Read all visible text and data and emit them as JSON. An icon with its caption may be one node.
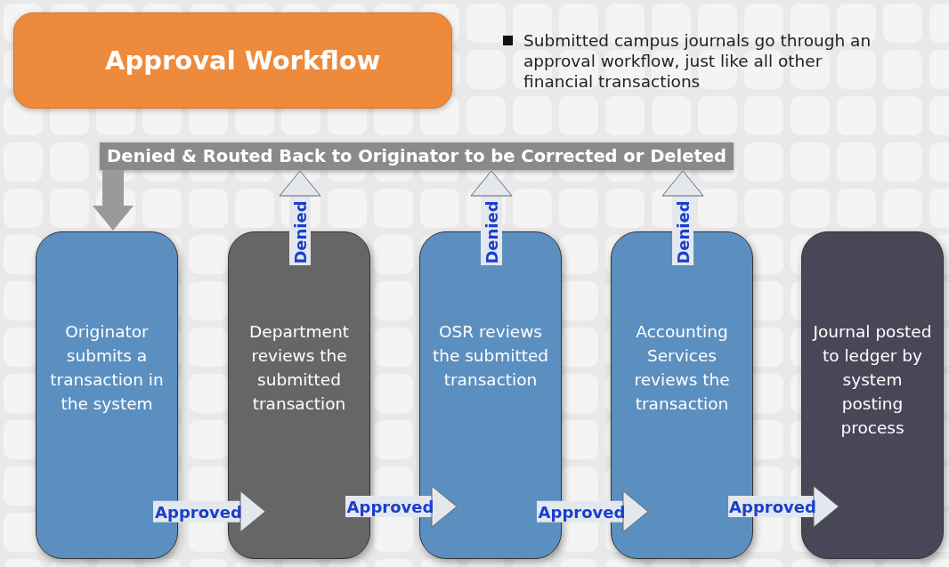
{
  "diagram": {
    "nodes": [
      {
        "text": [
          "Approval Workflow"
        ]
      },
      {
        "text": [
          "Denied & Routed Back to Originator to be Corrected or Deleted"
        ]
      },
      {
        "text": [
          "Originator submits a transaction in the system"
        ]
      },
      {
        "text": [
          "Department reviews the submitted transaction"
        ]
      },
      {
        "text": [
          "OSR reviews the submitted transaction"
        ]
      },
      {
        "text": [
          "Accounting Services reviews the transaction"
        ]
      },
      {
        "text": [
          "Journal posted to ledger by system posting process"
        ]
      }
    ],
    "edges": [
      {
        "from": 1,
        "to": 2,
        "arrow": "to",
        "color": "#9a9a9a"
      },
      {
        "from": 3,
        "to": 1,
        "arrow": "to",
        "label": "Denied"
      },
      {
        "from": 4,
        "to": 1,
        "arrow": "to",
        "label": "Denied"
      },
      {
        "from": 5,
        "to": 1,
        "arrow": "to",
        "label": "Denied"
      },
      {
        "from": 2,
        "to": 3,
        "arrow": "to",
        "label": "Approved"
      },
      {
        "from": 3,
        "to": 4,
        "arrow": "to",
        "label": "Approved"
      },
      {
        "from": 4,
        "to": 5,
        "arrow": "to",
        "label": "Approved"
      },
      {
        "from": 5,
        "to": 6,
        "arrow": "to",
        "label": "Approved"
      }
    ],
    "labels": [
      "Submitted campus journals go through an approval workflow, just like all other financial transactions"
    ]
  }
}
